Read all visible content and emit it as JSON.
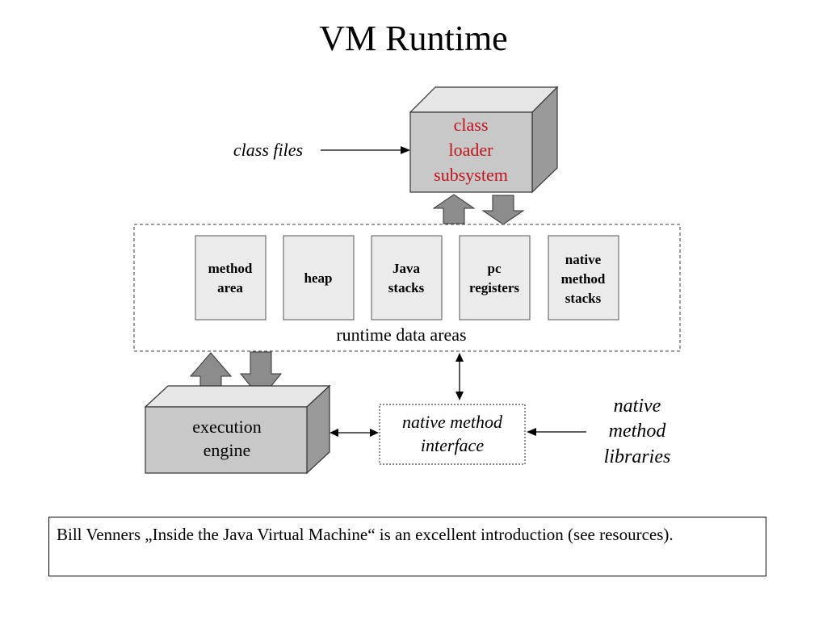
{
  "title": "VM Runtime",
  "diagram": {
    "class_files": "class files",
    "class_loader": [
      "class",
      "loader",
      "subsystem"
    ],
    "data_areas": [
      {
        "lines": [
          "method",
          "area"
        ]
      },
      {
        "lines": [
          "heap"
        ]
      },
      {
        "lines": [
          "Java",
          "stacks"
        ]
      },
      {
        "lines": [
          "pc",
          "registers"
        ]
      },
      {
        "lines": [
          "native",
          "method",
          "stacks"
        ]
      }
    ],
    "runtime_data_areas": "runtime data areas",
    "execution_engine": [
      "execution",
      "engine"
    ],
    "native_interface": [
      "native method",
      "interface"
    ],
    "native_libraries": [
      "native",
      "method",
      "libraries"
    ]
  },
  "colors": {
    "box_fill": "#c8c8c8",
    "box_top": "#e6e6e6",
    "box_side": "#9a9a9a",
    "area_fill": "#ebebeb",
    "loader_text": "#c0141c",
    "arrow_fill": "#8c8c8c"
  },
  "note": "Bill Venners „Inside the Java Virtual Machine“ is an excellent introduction (see resources)."
}
